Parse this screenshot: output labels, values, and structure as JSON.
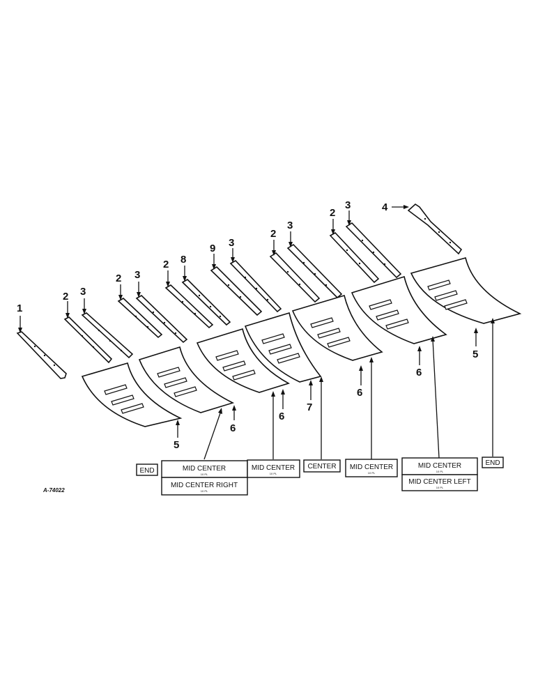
{
  "figure_id": "A-74022",
  "callouts": {
    "c1": "1",
    "c2a": "2",
    "c3a": "3",
    "c2b": "2",
    "c3b": "3",
    "c2c": "2",
    "c8": "8",
    "c9": "9",
    "c3c": "3",
    "c2d": "2",
    "c3d": "3",
    "c2e": "2",
    "c3e": "3",
    "c4": "4",
    "c5a": "5",
    "c6a": "6",
    "c6b": "6",
    "c7": "7",
    "c6c": "6",
    "c6d": "6",
    "c5b": "5"
  },
  "labels": {
    "end_left": "END",
    "mid_center_1": "MID CENTER",
    "mid_center_1_sub": "10 PL",
    "mid_center_right": "MID CENTER RIGHT",
    "mid_center_right_sub": "10 PL",
    "mid_center_2": "MID CENTER",
    "mid_center_2_sub": "10 PL",
    "center": "CENTER",
    "mid_center_3": "MID CENTER",
    "mid_center_3_sub": "10 PL",
    "mid_center_4": "MID CENTER",
    "mid_center_4_sub": "10 PL",
    "mid_center_left": "MID CENTER LEFT",
    "mid_center_left_sub": "10 PL",
    "end_right": "END"
  }
}
